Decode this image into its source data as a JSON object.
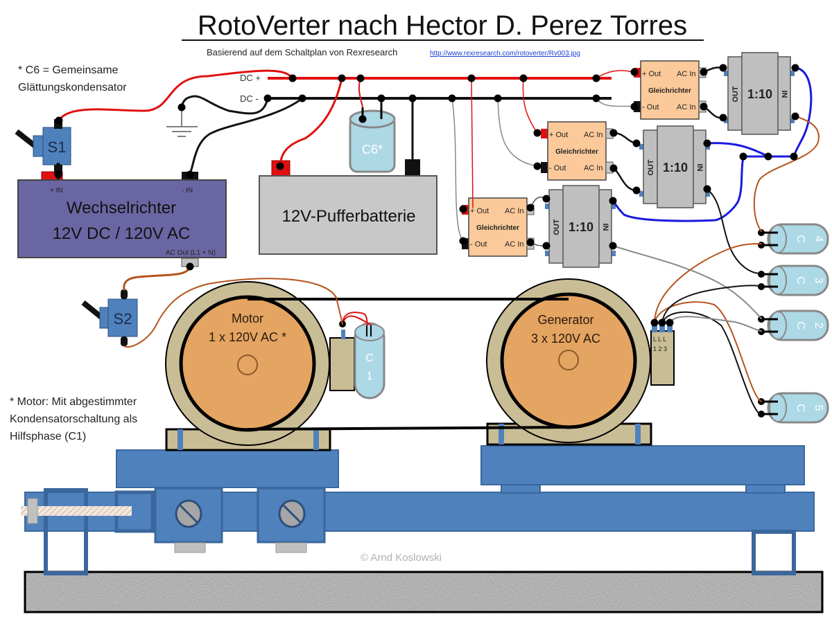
{
  "title": "RotoVerter nach Hector D. Perez Torres",
  "subtitle": {
    "text": "Basierend auf dem Schaltplan von Rexresearch",
    "link": "http://www.rexresearch.com/rotoverter/Rv003.jpg"
  },
  "notes": {
    "c6_line1": "* C6 = Gemeinsame",
    "c6_line2": "Glättungskondensator",
    "motor_line1": "* Motor: Mit abgestimmter",
    "motor_line2": "Kondensatorschaltung als",
    "motor_line3": "Hilfsphase (C1)"
  },
  "bus": {
    "dc_plus": "DC +",
    "dc_minus": "DC -"
  },
  "switches": {
    "s1": "S1",
    "s2": "S2"
  },
  "inverter": {
    "line1": "Wechselrichter",
    "line2": "12V DC / 120V AC",
    "plus_in": "+ IN",
    "minus_in": "- IN",
    "ac_out": "AC Out (L1 + N)"
  },
  "battery": {
    "label": "12V-Pufferbatterie"
  },
  "smoothing_cap": {
    "label": "C6*"
  },
  "rectifiers": [
    {
      "title": "Gleichrichter",
      "plus_out": "+ Out",
      "minus_out": "- Out",
      "ac_in_1": "AC In",
      "ac_in_2": "AC In"
    },
    {
      "title": "Gleichrichter",
      "plus_out": "+ Out",
      "minus_out": "- Out",
      "ac_in_1": "AC In",
      "ac_in_2": "AC In"
    },
    {
      "title": "Gleichrichter",
      "plus_out": "+ Out",
      "minus_out": "- Out",
      "ac_in_1": "AC In",
      "ac_in_2": "AC In"
    }
  ],
  "transformers": [
    {
      "ratio": "1:10",
      "out": "OUT",
      "in": "IN"
    },
    {
      "ratio": "1:10",
      "out": "OUT",
      "in": "IN"
    },
    {
      "ratio": "1:10",
      "out": "OUT",
      "in": "IN"
    }
  ],
  "capacitors": [
    {
      "c": "C",
      "n": "4"
    },
    {
      "c": "C",
      "n": "3"
    },
    {
      "c": "C",
      "n": "2"
    },
    {
      "c": "C",
      "n": "5"
    }
  ],
  "motor": {
    "line1": "Motor",
    "line2": "1 x 120V AC *",
    "cap_c": "C",
    "cap_n": "1"
  },
  "generator": {
    "line1": "Generator",
    "line2": "3 x 120V AC",
    "terminals": {
      "l": "L L L",
      "n": "1 2 3"
    }
  },
  "copyright": "© Arnd Koslowski",
  "colors": {
    "wire_red": "#e01010",
    "wire_black": "#111111",
    "wire_brown": "#b5541c",
    "wire_blue": "#1a1adf",
    "wire_gray": "#888888",
    "frame_blue": "#4f81bd",
    "inverter": "#6a66a3",
    "battery": "#c8c8c8",
    "rectifier": "#fbc99a",
    "transformer": "#bfbfbf",
    "capacitor": "#add8e6",
    "machine_ring": "#c9bd96",
    "machine_core": "#e4a462"
  }
}
